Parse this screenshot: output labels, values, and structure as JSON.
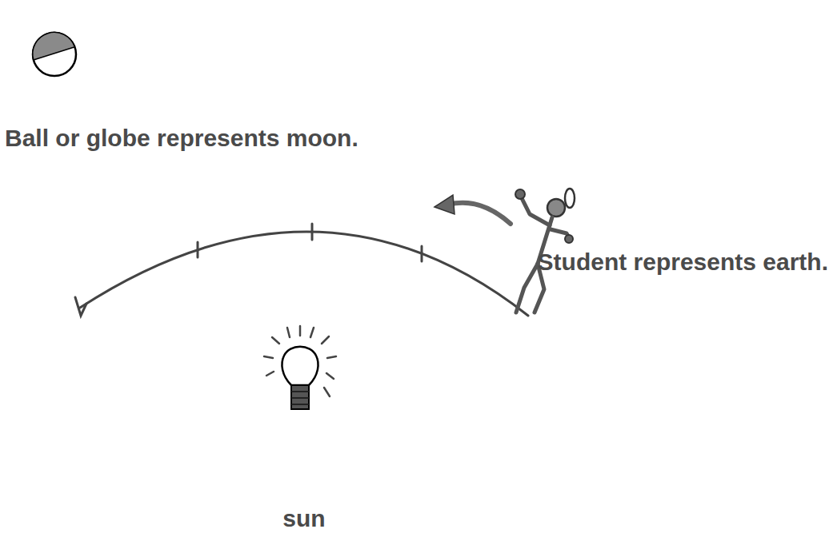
{
  "diagram": {
    "labels": [
      "Ball or globe represents moon.",
      "Student represents earth.",
      "sun"
    ]
  }
}
